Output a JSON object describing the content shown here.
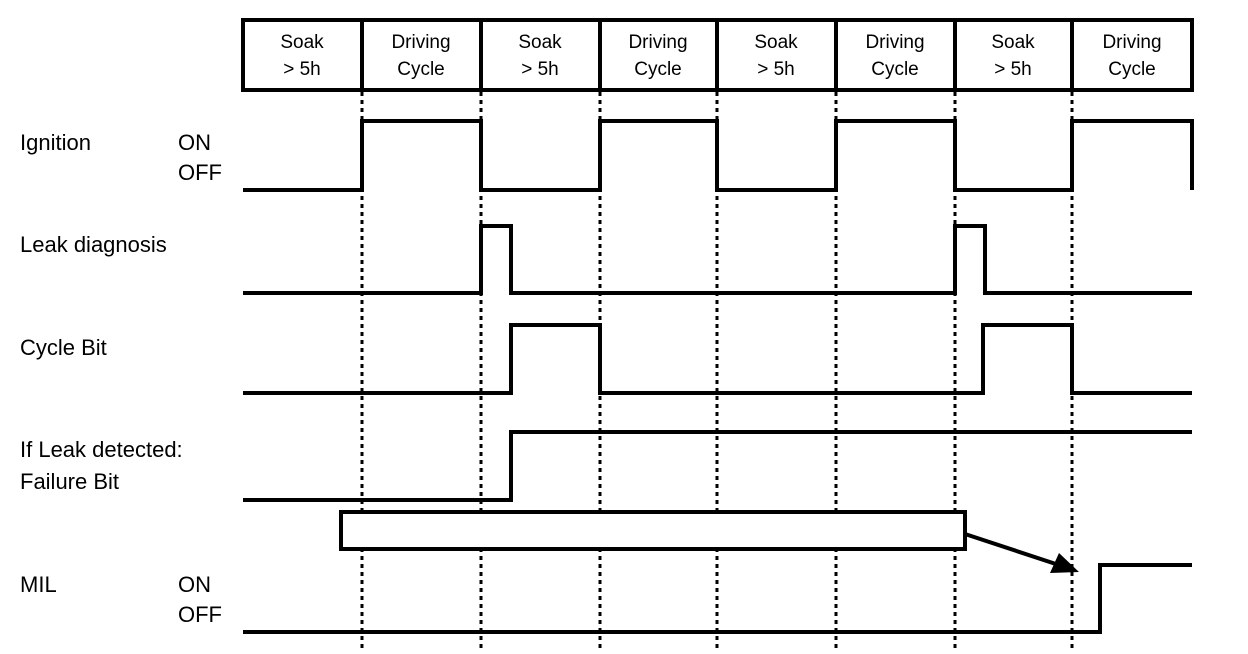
{
  "chart_data": {
    "type": "line",
    "title": "",
    "description": "Evaporative leak diagnosis timing diagram showing Ignition, Leak diagnosis, Cycle Bit, Failure Bit and MIL signals across alternating Soak and Driving Cycle phases",
    "xlabel": "",
    "ylabel": "",
    "grid": "dotted vertical phase boundaries",
    "legend": "none",
    "phase_labels": [
      "Soak\n> 5h",
      "Driving\nCycle",
      "Soak\n> 5h",
      "Driving\nCycle",
      "Soak\n> 5h",
      "Driving\nCycle",
      "Soak\n> 5h",
      "Driving\nCycle"
    ],
    "phase_boundaries": [
      0,
      1,
      2,
      3,
      4,
      5,
      6,
      7,
      8
    ],
    "series": [
      {
        "name": "Ignition",
        "states": [
          "OFF",
          "ON"
        ],
        "values": [
          0,
          1,
          0,
          1,
          0,
          1,
          0,
          1
        ]
      },
      {
        "name": "Leak diagnosis",
        "values": [
          0,
          0,
          1,
          0,
          0,
          0,
          1,
          0
        ],
        "note": "narrow pulse at start of 3rd and 7th phase"
      },
      {
        "name": "Cycle Bit",
        "values": [
          0,
          0,
          1,
          0,
          0,
          0,
          1,
          0
        ]
      },
      {
        "name": "If Leak detected: Failure Bit",
        "values": [
          0,
          0,
          1,
          1,
          1,
          1,
          1,
          1
        ]
      },
      {
        "name": "MIL",
        "states": [
          "OFF",
          "ON"
        ],
        "values": [
          0,
          0,
          0,
          0,
          0,
          0,
          0,
          1
        ]
      }
    ]
  },
  "header": {
    "cells": [
      {
        "line1": "Soak",
        "line2": "> 5h"
      },
      {
        "line1": "Driving",
        "line2": "Cycle"
      },
      {
        "line1": "Soak",
        "line2": "> 5h"
      },
      {
        "line1": "Driving",
        "line2": "Cycle"
      },
      {
        "line1": "Soak",
        "line2": "> 5h"
      },
      {
        "line1": "Driving",
        "line2": "Cycle"
      },
      {
        "line1": "Soak",
        "line2": "> 5h"
      },
      {
        "line1": "Driving",
        "line2": "Cycle"
      }
    ]
  },
  "rows": {
    "ignition": {
      "label": "Ignition",
      "state_on": "ON",
      "state_off": "OFF"
    },
    "leak_diagnosis": {
      "label": "Leak diagnosis"
    },
    "cycle_bit": {
      "label": "Cycle Bit"
    },
    "failure_bit": {
      "label_line1": "If Leak detected:",
      "label_line2": "Failure Bit"
    },
    "mil": {
      "label": "MIL",
      "state_on": "ON",
      "state_off": "OFF"
    }
  },
  "annotation": {
    "bar_caption": ""
  },
  "colors": {
    "stroke": "#000000",
    "background": "#ffffff"
  }
}
